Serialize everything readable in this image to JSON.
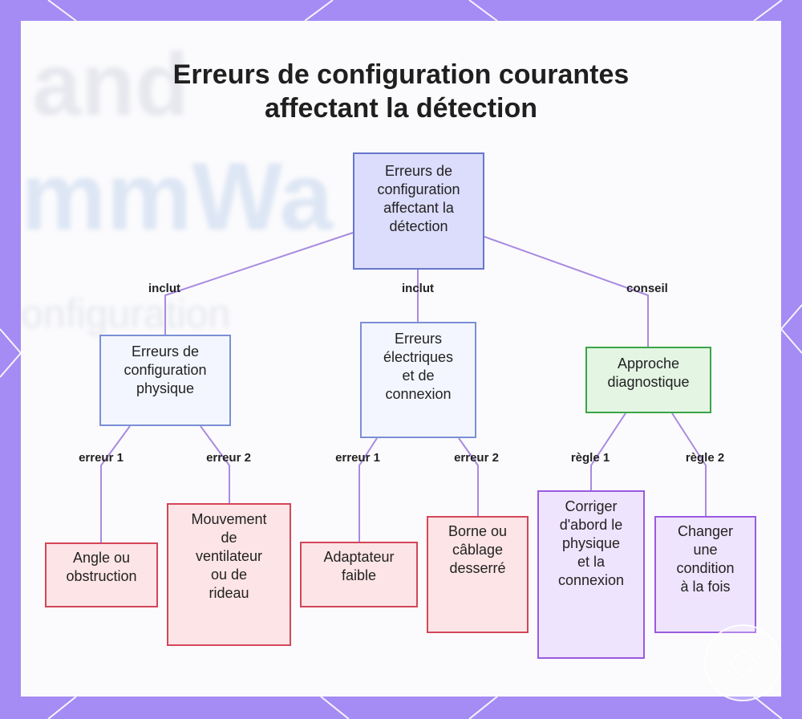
{
  "title": {
    "line1": "Erreurs de configuration courantes",
    "line2": "affectant la détection"
  },
  "background_text": [
    "and",
    "mmWa",
    "onfiguration"
  ],
  "nodes": {
    "root": [
      "Erreurs de",
      "configuration",
      "affectant la",
      "détection"
    ],
    "physical": [
      "Erreurs de",
      "configuration",
      "physique"
    ],
    "electrical": [
      "Erreurs",
      "électriques",
      "et de",
      "connexion"
    ],
    "diagnostic": [
      "Approche",
      "diagnostique"
    ],
    "angle": [
      "Angle ou",
      "obstruction"
    ],
    "fan": [
      "Mouvement",
      "de",
      "ventilateur",
      "ou de",
      "rideau"
    ],
    "adapter": [
      "Adaptateur",
      "faible"
    ],
    "terminal": [
      "Borne ou",
      "câblage",
      "desserré"
    ],
    "fix_first": [
      "Corriger",
      "d'abord le",
      "physique",
      "et la",
      "connexion"
    ],
    "one_change": [
      "Changer",
      "une",
      "condition",
      "à la fois"
    ]
  },
  "edge_labels": {
    "root_physical": "inclut",
    "root_electrical": "inclut",
    "root_diagnostic": "conseil",
    "physical_angle": "erreur 1",
    "physical_fan": "erreur 2",
    "electrical_adapter": "erreur 1",
    "electrical_terminal": "erreur 2",
    "diagnostic_fix": "règle 1",
    "diagnostic_change": "règle 2"
  },
  "colors": {
    "frame": "#a48cf4",
    "edge": "#a98ae0",
    "root_fill": "#dcdcfc",
    "category_fill": "#f4f6ff",
    "green_fill": "#e4f5e4",
    "red_fill": "#fde4e6",
    "purple_fill": "#efe4fd"
  }
}
